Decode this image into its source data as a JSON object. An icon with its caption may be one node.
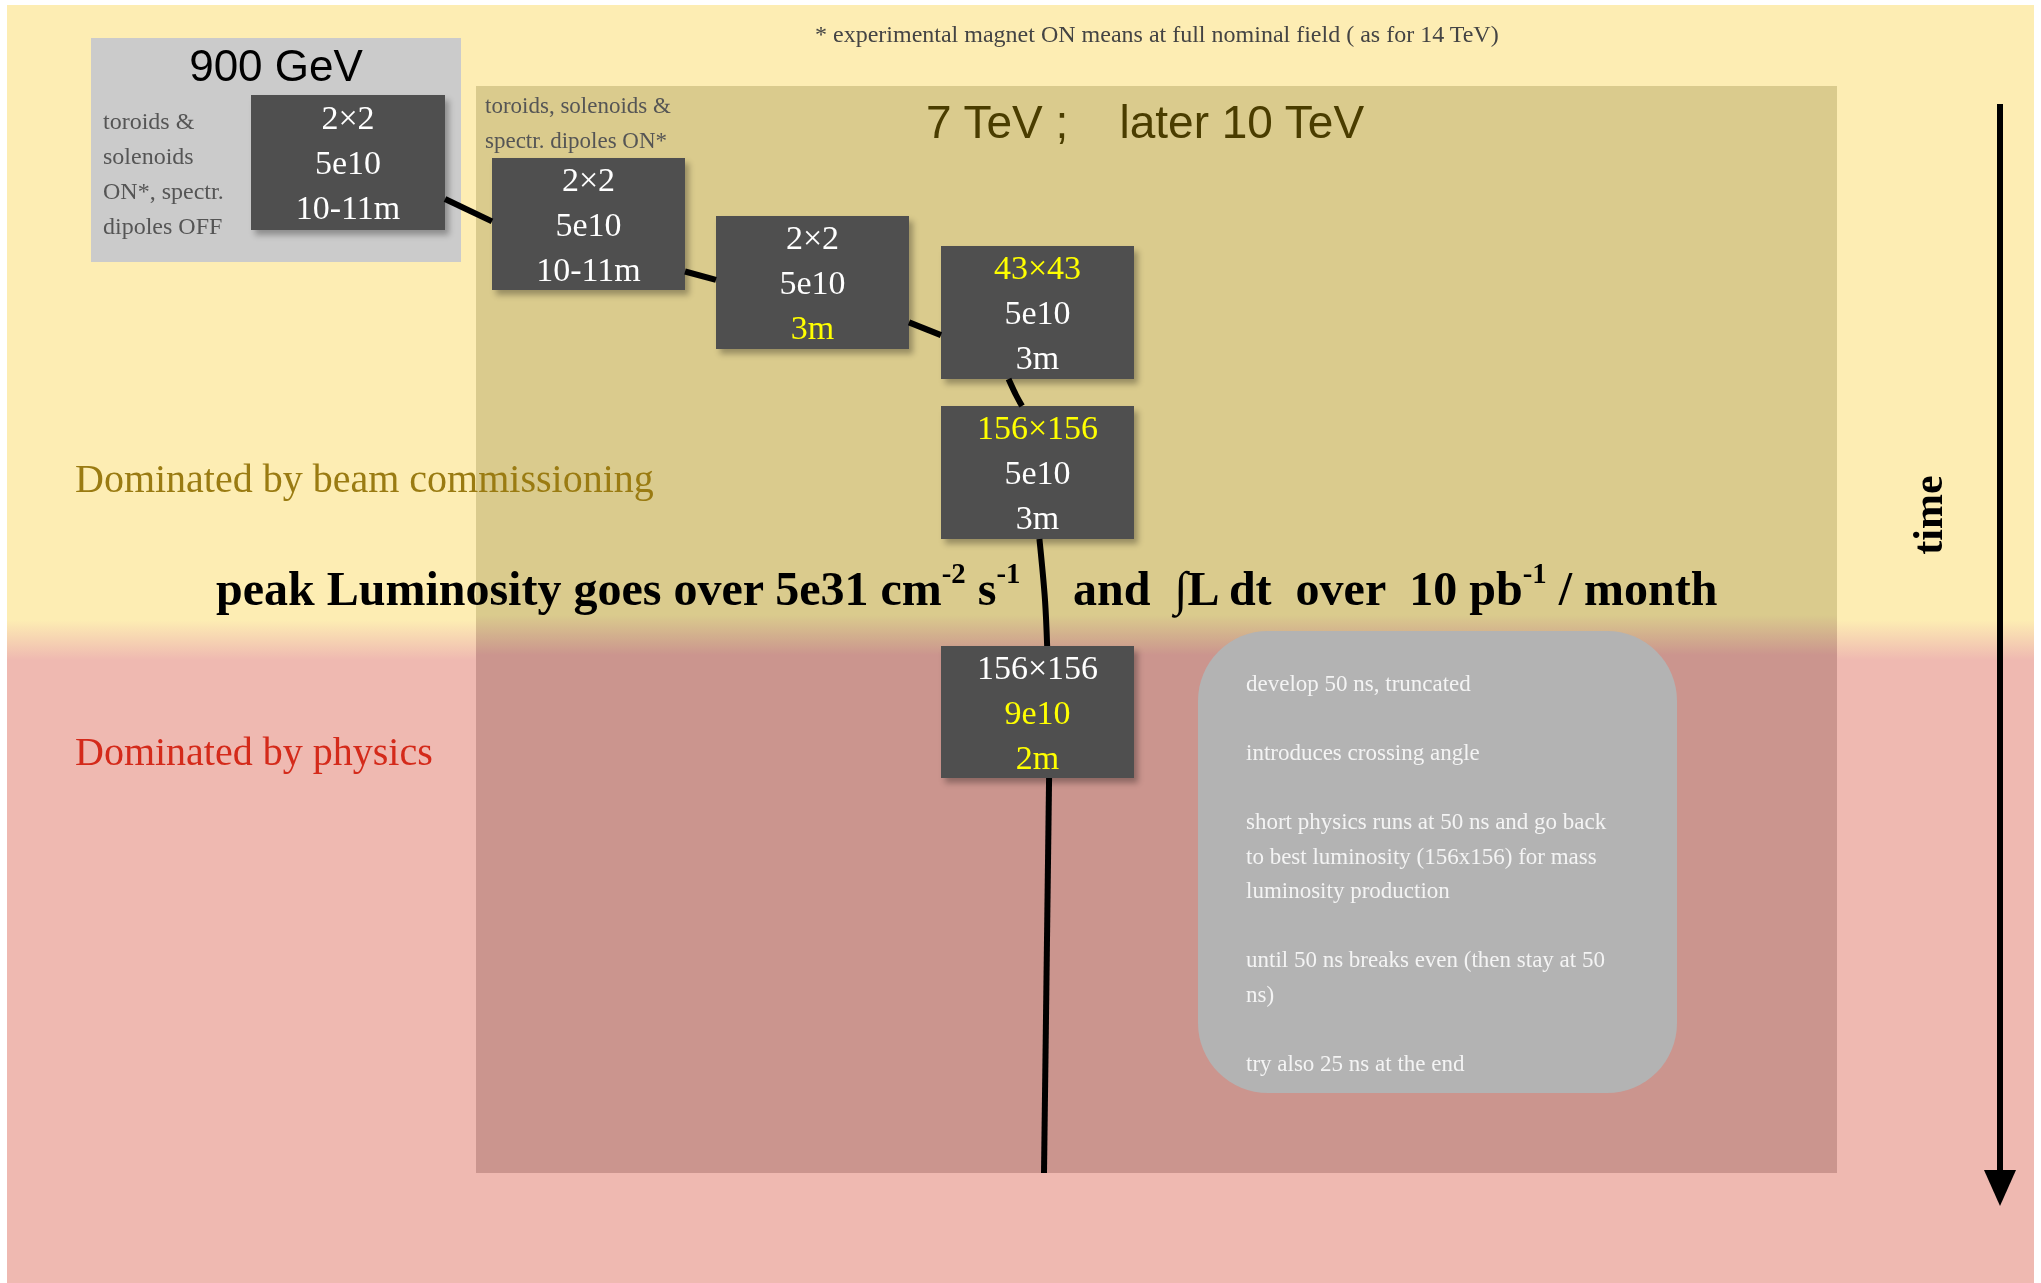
{
  "diagram": {
    "nodes": [
      {
        "text": [
          "900 GeV",
          "toroids & solenoids ON*, spectr. dipoles OFF"
        ]
      },
      {
        "text": [
          "2×2",
          "5e10",
          "10-11m"
        ],
        "in": 0
      },
      {
        "text": [
          "toroids, solenoids & spectr. dipoles ON*",
          "7 TeV ;    later 10 TeV"
        ]
      },
      {
        "text": [
          "2×2",
          "5e10",
          "10-11m"
        ],
        "in": 2
      },
      {
        "text": [
          "2×2",
          "5e10",
          "3m"
        ],
        "in": 2
      },
      {
        "text": [
          "43×43",
          "5e10",
          "3m"
        ],
        "in": 2
      },
      {
        "text": [
          "156×156",
          "5e10",
          "3m"
        ],
        "in": 2
      },
      {
        "text": [
          "156×156",
          "9e10",
          "2m"
        ],
        "in": 2
      },
      {
        "text": [
          "develop 50 ns, truncated",
          "introduces crossing angle",
          "short physics runs at 50 ns and go back to best luminosity (156x156) for mass luminosity production",
          "until 50 ns breaks even (then stay at 50 ns)",
          "try also 25 ns at the end"
        ],
        "in": 2
      }
    ],
    "edges": [
      {
        "from": 1,
        "to": 3,
        "arrow": "none"
      },
      {
        "from": 3,
        "to": 4,
        "arrow": "none"
      },
      {
        "from": 4,
        "to": 5,
        "arrow": "none"
      },
      {
        "from": 5,
        "to": 6,
        "arrow": "none"
      },
      {
        "from": 6,
        "to": 7,
        "arrow": "none"
      },
      {
        "from": 7,
        "to": null,
        "arrow": "none"
      }
    ],
    "labels": [
      "* experimental magnet ON means at full nominal field ( as for 14 TeV)",
      "Dominated by beam commissioning",
      "peak Luminosity goes over 5e31 cm$^{-2}$ s$^{-1}$",
      "and  ∫L dt  over  10 pb$^{-1}$ / month",
      "Dominated by physics",
      "time"
    ]
  }
}
